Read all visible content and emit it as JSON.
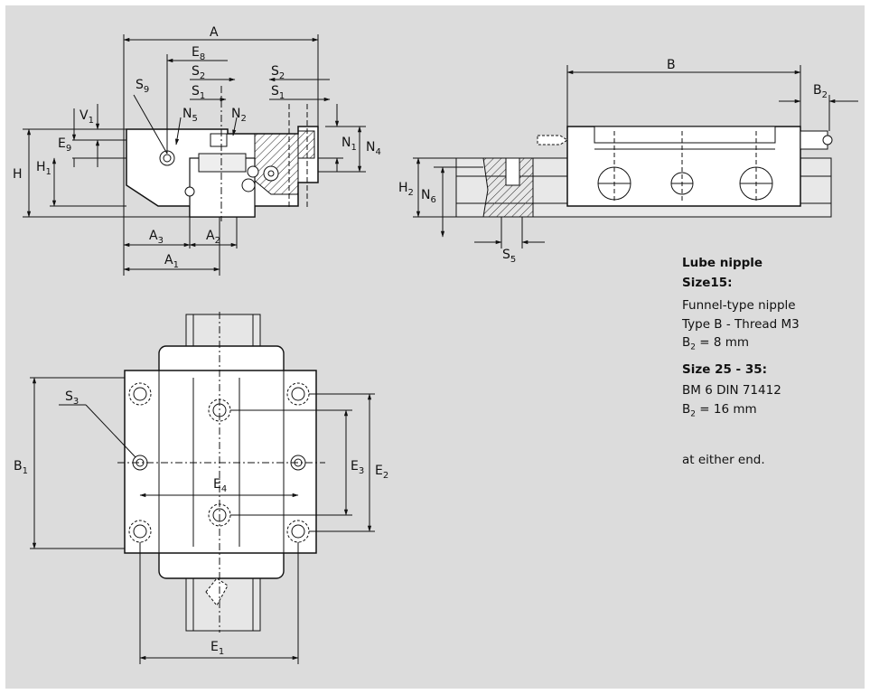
{
  "labels": {
    "A": "A",
    "E8": "E",
    "E8s": "8",
    "S2": "S",
    "S2s": "2",
    "S1": "S",
    "S1s": "1",
    "S9": "S",
    "S9s": "9",
    "N5": "N",
    "N5s": "5",
    "N2": "N",
    "N2s": "2",
    "V1": "V",
    "V1s": "1",
    "E9": "E",
    "E9s": "9",
    "H": "H",
    "H1": "H",
    "H1s": "1",
    "N1": "N",
    "N1s": "1",
    "N4": "N",
    "N4s": "4",
    "A3": "A",
    "A3s": "3",
    "A2": "A",
    "A2s": "2",
    "A1": "A",
    "A1s": "1",
    "B": "B",
    "B2": "B",
    "B2s": "2",
    "H2": "H",
    "H2s": "2",
    "N6": "N",
    "N6s": "6",
    "S5": "S",
    "S5s": "5",
    "S3": "S",
    "S3s": "3",
    "B1": "B",
    "B1s": "1",
    "E4": "E",
    "E4s": "4",
    "E3": "E",
    "E3s": "3",
    "E2": "E",
    "E2s": "2",
    "E1": "E",
    "E1s": "1"
  },
  "notes": {
    "heading": "Lube nipple",
    "size15": "Size15:",
    "line1": "Funnel-type nipple",
    "line2": "Type B - Thread M3",
    "b2_small": "B",
    "b2_small_sub": "2",
    "b2_small_val": " = 8 mm",
    "size25": "Size 25 - 35:",
    "line3": "BM 6 DIN 71412",
    "b2_large": "B",
    "b2_large_sub": "2",
    "b2_large_val": " = 16 mm",
    "either": "at either end."
  }
}
